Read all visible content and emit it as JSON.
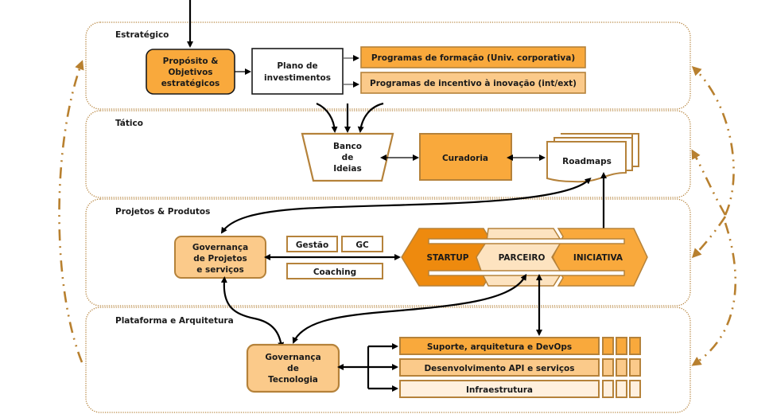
{
  "colors": {
    "dark_orange": "#ee8a0e",
    "orange": "#f9a93c",
    "light_orange": "#fbca8a",
    "pale_orange": "#fde3c0",
    "cream": "#fff0de",
    "border_brown": "#b5823a",
    "lane_border": "#b5823a"
  },
  "lanes": [
    {
      "title": "Estratégico"
    },
    {
      "title": "Tático"
    },
    {
      "title": "Projetos & Produtos"
    },
    {
      "title": "Plataforma e Arquitetura"
    }
  ],
  "strategic": {
    "purpose_lines": [
      "Propósito &",
      "Objetivos",
      "estratégicos"
    ],
    "plan_lines": [
      "Plano de",
      "investimentos"
    ],
    "program_training": "Programas de formação (Univ. corporativa)",
    "program_incentive": "Programas de incentivo à inovação (int/ext)"
  },
  "tactical": {
    "idea_bank_lines": [
      "Banco",
      "de",
      "Ideias"
    ],
    "curation": "Curadoria",
    "roadmaps": "Roadmaps"
  },
  "projects": {
    "governance_lines": [
      "Governança",
      "de Projetos",
      "e serviços"
    ],
    "management": "Gestão",
    "knowledge": "GC",
    "coaching": "Coaching",
    "startup": "STARTUP",
    "partner": "PARCEIRO",
    "initiative": "INICIATIVA"
  },
  "platform": {
    "governance_lines": [
      "Governança",
      "de",
      "Tecnologia"
    ],
    "layers": [
      "Suporte, arquitetura e DevOps",
      "Desenvolvimento API e serviços",
      "Infraestrutura"
    ]
  }
}
